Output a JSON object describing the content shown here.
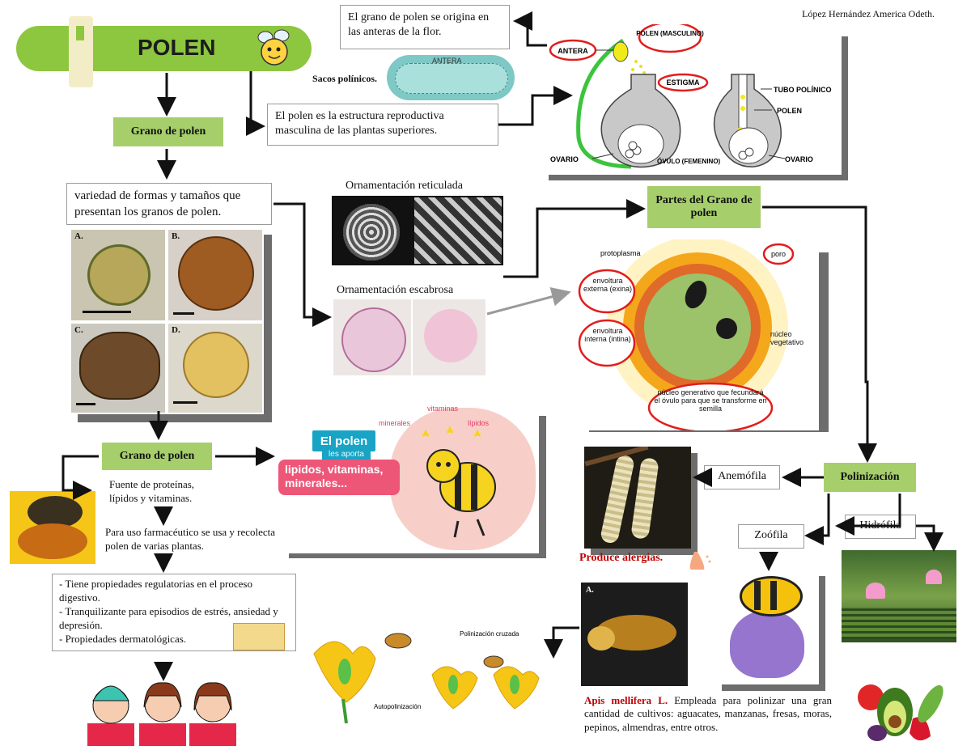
{
  "author": "López Hernández America Odeth.",
  "banner": {
    "title": "POLEN"
  },
  "origin": {
    "text": "El grano de polen se origina en las anteras de la flor.",
    "sacos_label": "Sacos polínicos.",
    "sacos_anther_label": "ANTERA"
  },
  "definition": {
    "text": "El polen es la estructura reproductiva masculina de las plantas superiores."
  },
  "flower_diagram": {
    "antera": "ANTERA",
    "polen_masculino": "POLEN (MASCULINO)",
    "estigma": "ESTIGMA",
    "tubo": "TUBO POLÍNICO",
    "polen": "POLEN",
    "ovario_left": "OVARIO",
    "ovulo": "ÓVULO (FEMENINO)",
    "ovario_right": "OVARIO"
  },
  "grano1": {
    "label": "Grano de polen"
  },
  "variety": {
    "text": "variedad de formas y tamaños que presentan los granos de polen."
  },
  "micro_labels": [
    "A.",
    "B.",
    "C.",
    "D."
  ],
  "ornament": {
    "reticulada": "Ornamentación reticulada",
    "escabrosa": "Ornamentación escabrosa"
  },
  "partes": {
    "title": "Partes del Grano de polen",
    "protoplasma": "protoplasma",
    "poro": "poro",
    "exina": "envoltura externa (exina)",
    "intina": "envoltura interna (intina)",
    "nucleo_veg": "núcleo vegetativo",
    "nucleo_gen": "núcleo generativo que fecundará el óvulo para que se transforme en semilla"
  },
  "grano2": {
    "label": "Grano de polen",
    "fuente": "Fuente de proteínas, lípidos y vitaminas.",
    "uso": "Para uso farmacéutico se usa y recolecta el polen de varias plantas.",
    "propiedades": [
      "- Tiene propiedades regulatorias en el proceso digestivo.",
      "- Tranquilizante para episodios de estrés, ansiedad y depresión.",
      "- Propiedades dermatológicas."
    ]
  },
  "bee_card": {
    "heading": "El polen",
    "sub": "les aporta",
    "nutrients": "lipidos, vitaminas, minerales...",
    "tags": [
      "vitaminas",
      "minerales",
      "lípidos"
    ]
  },
  "polinizacion": {
    "title": "Polinización",
    "anemofila": "Anemófila",
    "zoofila": "Zoófila",
    "hidrofila": "Hidrófila",
    "alergias": "Produce alergias.",
    "apis_name": "Apis mellifera L.",
    "apis_text": " Empleada para polinizar una gran cantidad de cultivos: aguacates, manzanas, fresas, moras, pepinos, almendras, entre otros.",
    "auto": "Autopolinización",
    "cruzada": "Polinización cruzada"
  }
}
